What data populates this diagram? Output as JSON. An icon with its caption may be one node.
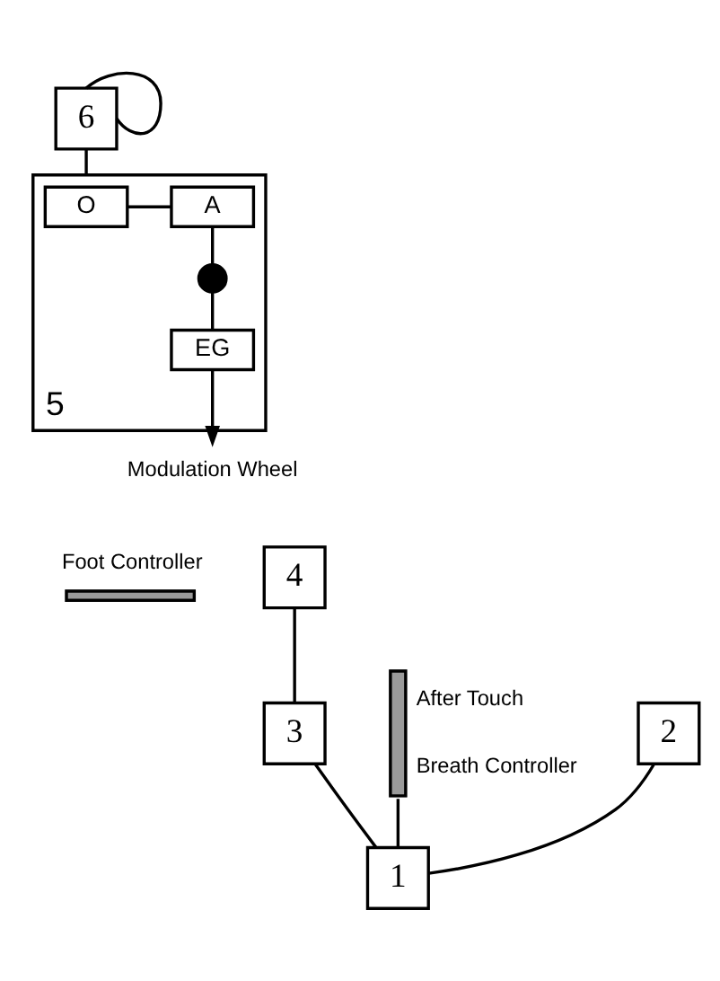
{
  "diagram": {
    "nodes": [
      {
        "text": [
          "6"
        ]
      },
      {
        "text": [
          "5"
        ]
      },
      {
        "text": [
          "O"
        ],
        "in": 1
      },
      {
        "text": [
          "A"
        ],
        "in": 1
      },
      {
        "text": [],
        "shape": "circle",
        "in": 1
      },
      {
        "text": [
          "EG"
        ],
        "in": 1
      },
      {
        "text": [
          "Modulation Wheel"
        ]
      },
      {
        "text": [],
        "shape": "bar",
        "beside": [
          "Foot Controller"
        ]
      },
      {
        "text": [],
        "shape": "bar",
        "beside": [
          "After Touch",
          "Breath Controller"
        ]
      },
      {
        "text": [
          "4"
        ]
      },
      {
        "text": [
          "2"
        ]
      },
      {
        "text": [
          "3"
        ]
      },
      {
        "text": [
          "1"
        ]
      }
    ],
    "edges": [
      {
        "from": 0,
        "to": 0,
        "arrow": "none"
      },
      {
        "from": 0,
        "to": 1,
        "arrow": "none"
      },
      {
        "from": 2,
        "to": 3,
        "arrow": "none"
      },
      {
        "from": 3,
        "to": 4,
        "arrow": "none"
      },
      {
        "from": 4,
        "to": 5,
        "arrow": "none"
      },
      {
        "from": 5,
        "to": 6,
        "arrow": "to"
      },
      {
        "from": 9,
        "to": 11,
        "arrow": "none"
      },
      {
        "from": 10,
        "to": 12,
        "arrow": "none"
      },
      {
        "from": 11,
        "to": 12,
        "arrow": "none"
      },
      {
        "from": 8,
        "to": 12,
        "arrow": "none"
      }
    ]
  }
}
